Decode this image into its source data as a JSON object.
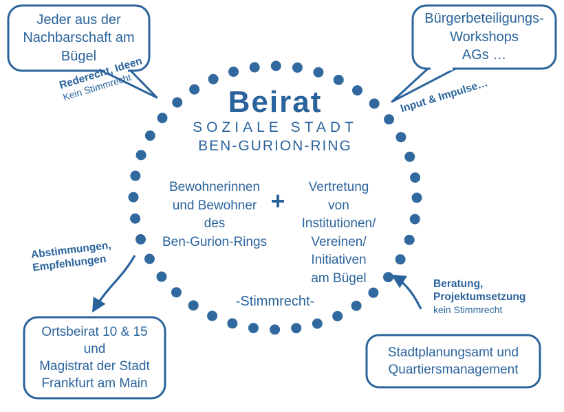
{
  "colors": {
    "blue": "#2a639c",
    "dot": "#31699f"
  },
  "center": {
    "title": "Beirat",
    "subtitle_line1": "SOZIALE STADT",
    "subtitle_line2": "BEN-GURION-RING",
    "left_group": "Bewohnerinnen\nund Bewohner\ndes\nBen-Gurion-Rings",
    "plus_sign": "+",
    "right_group": "Vertretung\nvon\nInstitutionen/\nVereinen/\nInitiativen\nam Bügel",
    "voting_note": "-Stimmrecht-"
  },
  "bubbles": {
    "top_left": "Jeder aus der\nNachbarschaft am\nBügel",
    "top_right": "Bürgerbeteiligungs-\nWorkshops\nAGs …",
    "bottom_left": "Ortsbeirat 10 & 15\nund\nMagistrat der Stadt\nFrankfurt am Main",
    "bottom_right": "Stadtplanungsamt und\nQuartiersmanagement"
  },
  "annotations": {
    "top_left": {
      "bold": "Rederecht, Ideen",
      "regular": "Kein Stimmrecht"
    },
    "top_right": {
      "bold": "Input & Impulse…"
    },
    "bottom_left": {
      "bold": "Abstimmungen,\nEmpfehlungen"
    },
    "bottom_right": {
      "bold": "Beratung,\nProjektumsetzung",
      "regular": "kein Stimmrecht"
    }
  }
}
